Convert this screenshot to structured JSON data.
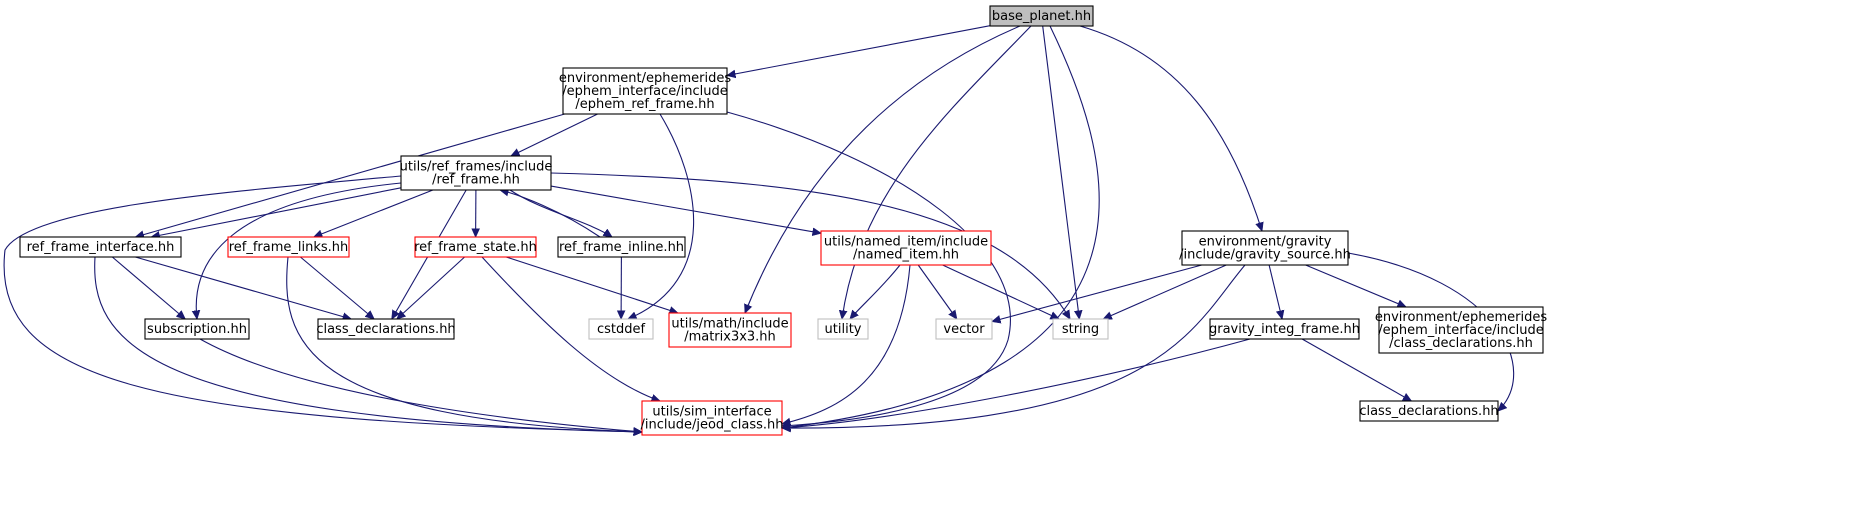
{
  "nodes": [
    {
      "id": "base_planet",
      "lines": [
        "base_planet.hh"
      ],
      "style": "root"
    },
    {
      "id": "ephem_ref_frame",
      "lines": [
        "environment/ephemerides",
        "/ephem_interface/include",
        "/ephem_ref_frame.hh"
      ],
      "style": "normal"
    },
    {
      "id": "ref_frame",
      "lines": [
        "utils/ref_frames/include",
        "/ref_frame.hh"
      ],
      "style": "normal"
    },
    {
      "id": "ref_frame_interface",
      "lines": [
        "ref_frame_interface.hh"
      ],
      "style": "normal"
    },
    {
      "id": "ref_frame_links",
      "lines": [
        "ref_frame_links.hh"
      ],
      "style": "incomplete"
    },
    {
      "id": "ref_frame_state",
      "lines": [
        "ref_frame_state.hh"
      ],
      "style": "incomplete"
    },
    {
      "id": "ref_frame_inline",
      "lines": [
        "ref_frame_inline.hh"
      ],
      "style": "normal"
    },
    {
      "id": "named_item",
      "lines": [
        "utils/named_item/include",
        "/named_item.hh"
      ],
      "style": "incomplete"
    },
    {
      "id": "gravity_source",
      "lines": [
        "environment/gravity",
        "/include/gravity_source.hh"
      ],
      "style": "normal"
    },
    {
      "id": "subscription",
      "lines": [
        "subscription.hh"
      ],
      "style": "normal"
    },
    {
      "id": "class_decl_ref",
      "lines": [
        "class_declarations.hh"
      ],
      "style": "normal"
    },
    {
      "id": "cstddef",
      "lines": [
        "cstddef"
      ],
      "style": "system"
    },
    {
      "id": "matrix3x3",
      "lines": [
        "utils/math/include",
        "/matrix3x3.hh"
      ],
      "style": "incomplete"
    },
    {
      "id": "utility",
      "lines": [
        "utility"
      ],
      "style": "system"
    },
    {
      "id": "vector",
      "lines": [
        "vector"
      ],
      "style": "system"
    },
    {
      "id": "string",
      "lines": [
        "string"
      ],
      "style": "system"
    },
    {
      "id": "gravity_integ_frame",
      "lines": [
        "gravity_integ_frame.hh"
      ],
      "style": "normal"
    },
    {
      "id": "ephem_class_decl",
      "lines": [
        "environment/ephemerides",
        "/ephem_interface/include",
        "/class_declarations.hh"
      ],
      "style": "normal"
    },
    {
      "id": "jeod_class",
      "lines": [
        "utils/sim_interface",
        "/include/jeod_class.hh"
      ],
      "style": "incomplete"
    },
    {
      "id": "class_decl_grav",
      "lines": [
        "class_declarations.hh"
      ],
      "style": "normal"
    }
  ],
  "edges": [
    [
      "base_planet",
      "ephem_ref_frame"
    ],
    [
      "base_planet",
      "matrix3x3"
    ],
    [
      "base_planet",
      "utility"
    ],
    [
      "base_planet",
      "string"
    ],
    [
      "base_planet",
      "jeod_class"
    ],
    [
      "base_planet",
      "gravity_source"
    ],
    [
      "ephem_ref_frame",
      "ref_frame"
    ],
    [
      "ephem_ref_frame",
      "ref_frame_interface"
    ],
    [
      "ephem_ref_frame",
      "cstddef"
    ],
    [
      "ephem_ref_frame",
      "jeod_class"
    ],
    [
      "ref_frame",
      "ref_frame_interface"
    ],
    [
      "ref_frame",
      "ref_frame_links"
    ],
    [
      "ref_frame",
      "ref_frame_state"
    ],
    [
      "ref_frame",
      "ref_frame_inline"
    ],
    [
      "ref_frame",
      "named_item"
    ],
    [
      "ref_frame",
      "subscription"
    ],
    [
      "ref_frame",
      "class_decl_ref"
    ],
    [
      "ref_frame",
      "string"
    ],
    [
      "ref_frame",
      "jeod_class"
    ],
    [
      "ref_frame_interface",
      "subscription"
    ],
    [
      "ref_frame_interface",
      "class_decl_ref"
    ],
    [
      "ref_frame_interface",
      "jeod_class"
    ],
    [
      "ref_frame_links",
      "class_decl_ref"
    ],
    [
      "ref_frame_links",
      "jeod_class"
    ],
    [
      "ref_frame_state",
      "class_decl_ref"
    ],
    [
      "ref_frame_state",
      "matrix3x3"
    ],
    [
      "ref_frame_state",
      "jeod_class"
    ],
    [
      "ref_frame_inline",
      "ref_frame"
    ],
    [
      "ref_frame_inline",
      "cstddef"
    ],
    [
      "named_item",
      "utility"
    ],
    [
      "named_item",
      "vector"
    ],
    [
      "named_item",
      "string"
    ],
    [
      "named_item",
      "jeod_class"
    ],
    [
      "subscription",
      "jeod_class"
    ],
    [
      "gravity_source",
      "vector"
    ],
    [
      "gravity_source",
      "string"
    ],
    [
      "gravity_source",
      "jeod_class"
    ],
    [
      "gravity_source",
      "gravity_integ_frame"
    ],
    [
      "gravity_source",
      "ephem_class_decl"
    ],
    [
      "gravity_source",
      "class_decl_grav"
    ],
    [
      "gravity_integ_frame",
      "jeod_class"
    ],
    [
      "gravity_integ_frame",
      "class_decl_grav"
    ]
  ],
  "colors": {
    "edge": "#191970",
    "root_fill": "#bfbfbf",
    "normal_border": "#000000",
    "incomplete_border": "#ff0000",
    "system_border": "#bfbfbf"
  }
}
